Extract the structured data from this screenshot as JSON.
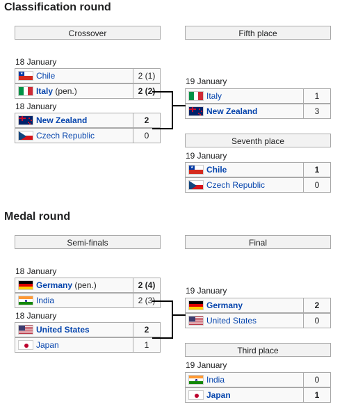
{
  "sections": {
    "classification": "Classification round",
    "medal": "Medal round"
  },
  "headers": {
    "crossover": "Crossover",
    "fifth": "Fifth place",
    "seventh": "Seventh place",
    "semis": "Semi-finals",
    "final": "Final",
    "third": "Third place"
  },
  "dates": {
    "d1": "18 January",
    "d2": "18 January",
    "d3": "19 January",
    "d4": "19 January",
    "d5": "18 January",
    "d6": "18 January",
    "d7": "19 January",
    "d8": "19 January"
  },
  "matches": {
    "cross1": {
      "team1": {
        "name": "Chile",
        "note": "",
        "score": "2 (1)",
        "flag": "chile-flag"
      },
      "team2": {
        "name": "Italy",
        "note": " (pen.)",
        "score": "2 (2)",
        "flag": "italy-flag"
      }
    },
    "cross2": {
      "team1": {
        "name": "New Zealand",
        "note": "",
        "score": "2",
        "flag": "new-zealand-flag"
      },
      "team2": {
        "name": "Czech Republic",
        "note": "",
        "score": "0",
        "flag": "czech-flag"
      }
    },
    "fifth": {
      "team1": {
        "name": "Italy",
        "note": "",
        "score": "1",
        "flag": "italy-flag"
      },
      "team2": {
        "name": "New Zealand",
        "note": "",
        "score": "3",
        "flag": "new-zealand-flag"
      }
    },
    "seventh": {
      "team1": {
        "name": "Chile",
        "note": "",
        "score": "1",
        "flag": "chile-flag"
      },
      "team2": {
        "name": "Czech Republic",
        "note": "",
        "score": "0",
        "flag": "czech-flag"
      }
    },
    "semi1": {
      "team1": {
        "name": "Germany",
        "note": " (pen.)",
        "score": "2 (4)",
        "flag": "germany-flag"
      },
      "team2": {
        "name": "India",
        "note": "",
        "score": "2 (3)",
        "flag": "india-flag"
      }
    },
    "semi2": {
      "team1": {
        "name": "United States",
        "note": "",
        "score": "2",
        "flag": "usa-flag"
      },
      "team2": {
        "name": "Japan",
        "note": "",
        "score": "1",
        "flag": "japan-flag"
      }
    },
    "final": {
      "team1": {
        "name": "Germany",
        "note": "",
        "score": "2",
        "flag": "germany-flag"
      },
      "team2": {
        "name": "United States",
        "note": "",
        "score": "0",
        "flag": "usa-flag"
      }
    },
    "third": {
      "team1": {
        "name": "India",
        "note": "",
        "score": "0",
        "flag": "india-flag"
      },
      "team2": {
        "name": "Japan",
        "note": "",
        "score": "1",
        "flag": "japan-flag"
      }
    }
  }
}
